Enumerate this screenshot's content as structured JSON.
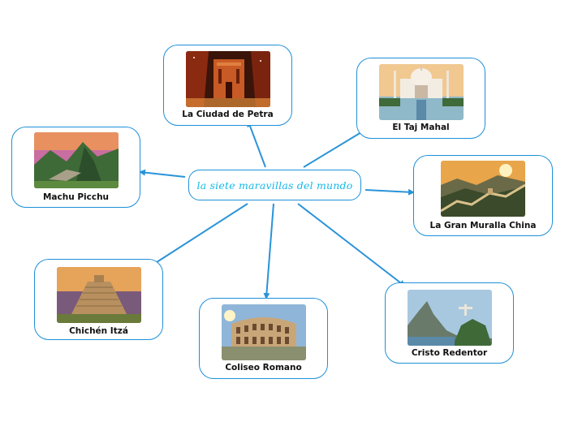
{
  "central_topic": "la siete maravillas del mundo",
  "colors": {
    "connector": "#2a93d8",
    "border": "#1e90d8",
    "central_text": "#14b8e8"
  },
  "wonders": [
    {
      "id": "petra",
      "label": "La Ciudad de Petra",
      "image": "petra-photo"
    },
    {
      "id": "taj",
      "label": "El Taj Mahal",
      "image": "taj-mahal-photo"
    },
    {
      "id": "machu",
      "label": "Machu Picchu",
      "image": "machu-picchu-photo"
    },
    {
      "id": "muralla",
      "label": "La Gran Muralla China",
      "image": "great-wall-photo"
    },
    {
      "id": "chichen",
      "label": "Chichén Itzá",
      "image": "chichen-itza-photo"
    },
    {
      "id": "coliseo",
      "label": "Coliseo Romano",
      "image": "colosseum-photo"
    },
    {
      "id": "cristo",
      "label": "Cristo Redentor",
      "image": "christ-redeemer-photo"
    }
  ]
}
